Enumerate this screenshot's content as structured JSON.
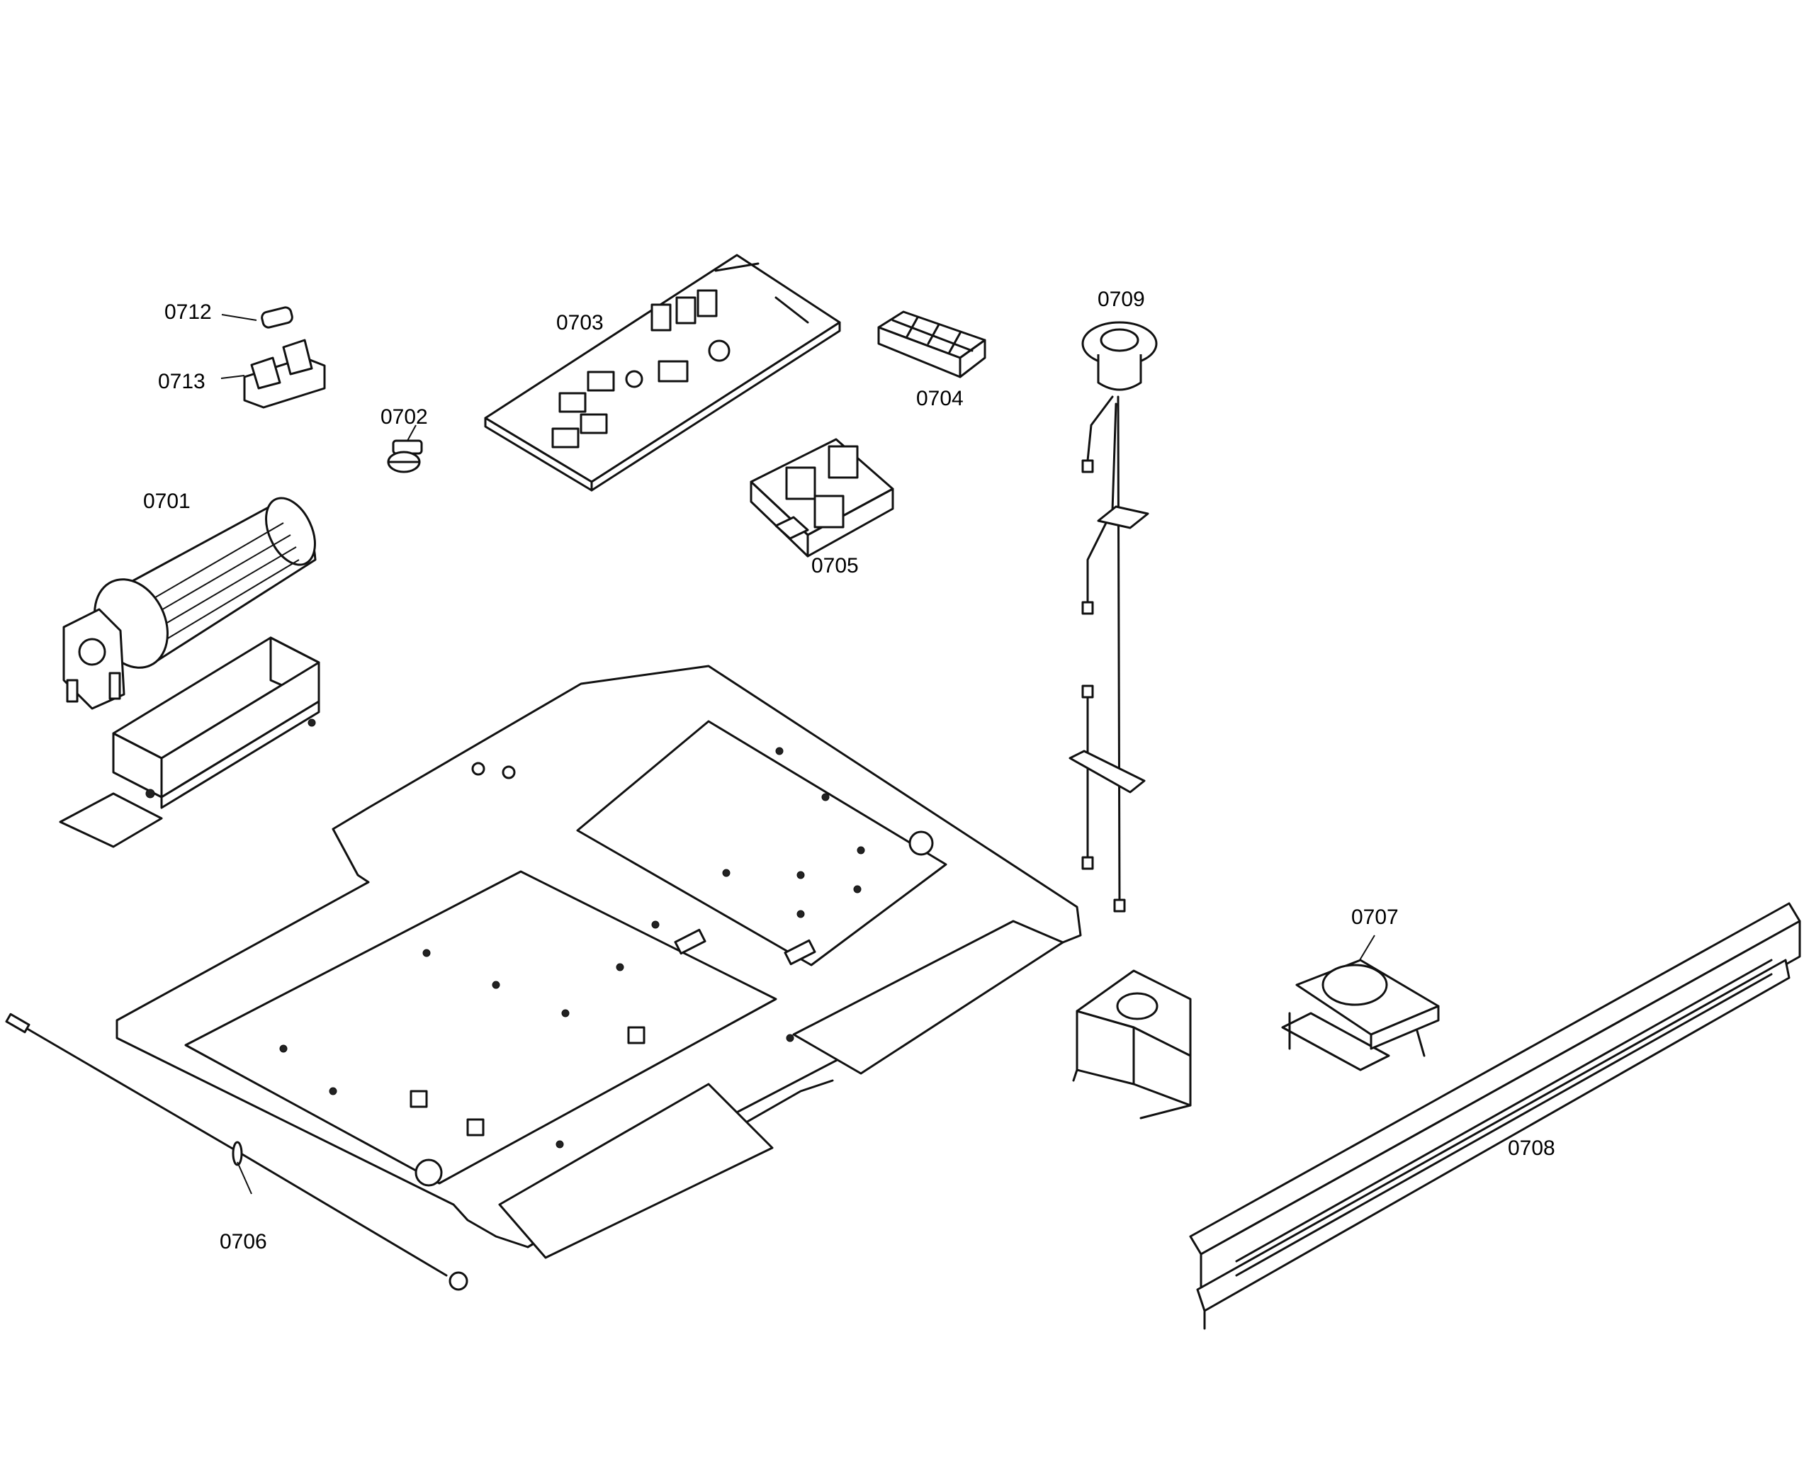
{
  "parts": {
    "p0701": "0701",
    "p0702": "0702",
    "p0703": "0703",
    "p0704": "0704",
    "p0705": "0705",
    "p0706": "0706",
    "p0707": "0707",
    "p0708": "0708",
    "p0709": "0709",
    "p0712": "0712",
    "p0713": "0713"
  }
}
